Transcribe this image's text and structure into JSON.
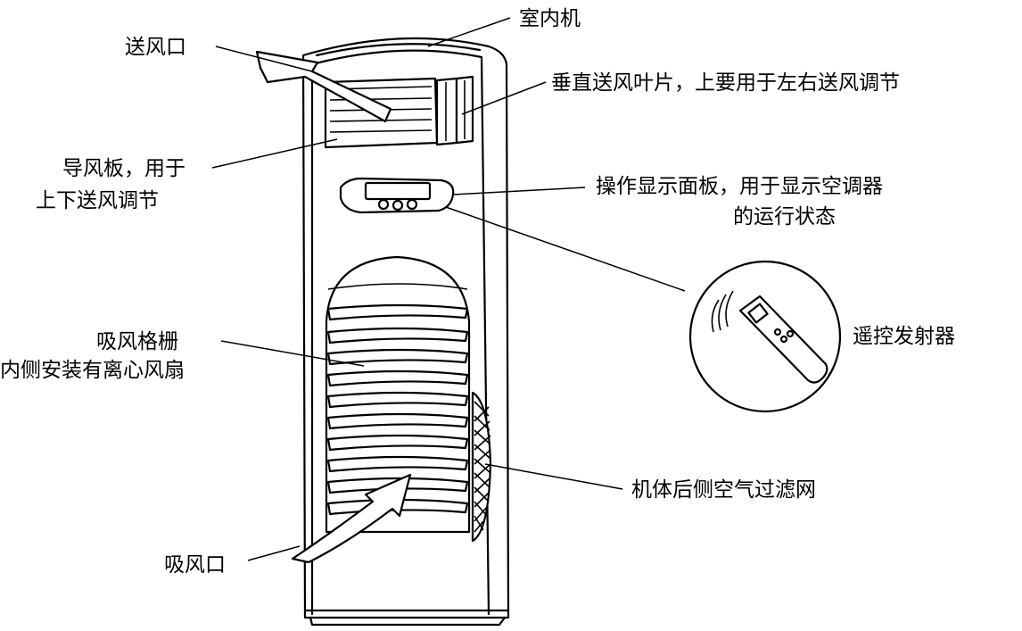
{
  "labels": {
    "indoor_unit": "室内机",
    "air_outlet": "送风口",
    "vertical_louver": "垂直送风叶片，上要用于左右送风调节",
    "deflector_line1": "导风板，用于",
    "deflector_line2": "上下送风调节",
    "panel_line1": "操作显示面板，用于显示空调器",
    "panel_line2": "的运行状态",
    "grille_line1": "吸风格栅",
    "grille_line2": "内侧安装有离心风扇",
    "remote": "遥控发射器",
    "filter": "机体后侧空气过滤网",
    "air_inlet": "吸风口"
  },
  "icons": [
    "indoor-unit-drawing",
    "air-flow-arrow-out",
    "air-flow-arrow-in",
    "remote-control-icon",
    "signal-wave-icon"
  ],
  "colors": {
    "line": "#000000",
    "background": "#ffffff"
  }
}
